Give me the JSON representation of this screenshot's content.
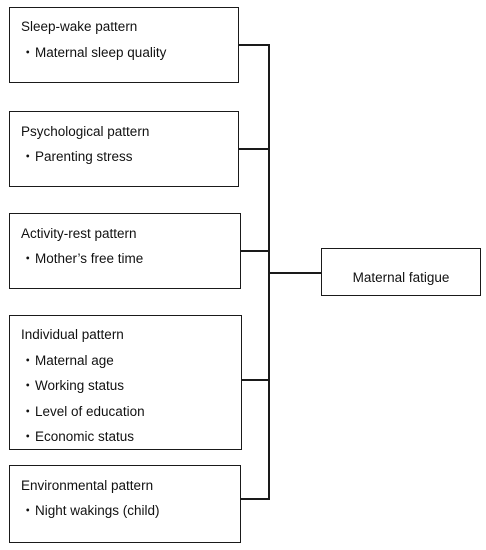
{
  "bullet": "・",
  "factors": [
    {
      "title": "Sleep-wake pattern",
      "items": [
        "Maternal sleep quality"
      ]
    },
    {
      "title": "Psychological pattern",
      "items": [
        "Parenting stress"
      ]
    },
    {
      "title": "Activity-rest pattern",
      "items": [
        "Mother’s free time"
      ]
    },
    {
      "title": "Individual pattern",
      "items": [
        "Maternal age",
        "Working status",
        "Level of education",
        "Economic status"
      ]
    },
    {
      "title": "Environmental pattern",
      "items": [
        "Night wakings (child)"
      ]
    }
  ],
  "outcome": {
    "label": "Maternal fatigue"
  }
}
